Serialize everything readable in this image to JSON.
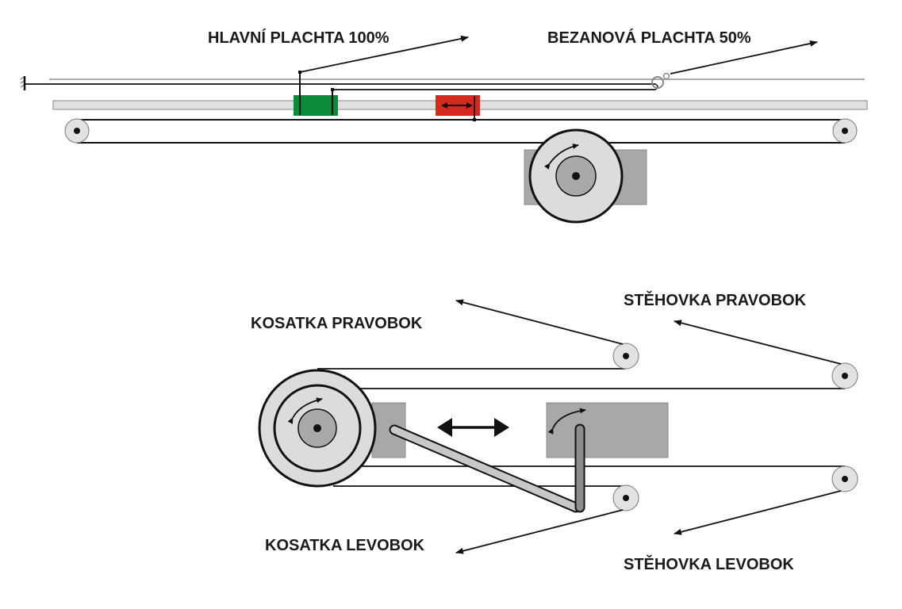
{
  "diagram": {
    "top_mechanism": {
      "labels": {
        "main_sail": "HLAVNÍ PLACHTA  100%",
        "mizzen_sail": "BEZANOVÁ PLACHTA 50%"
      },
      "colors": {
        "main_slider": "#0a8a3a",
        "mizzen_slider": "#d42a1e",
        "rail": "#e0e0e0",
        "motor_block": "#a8a8a8",
        "drum_outer": "#dcdcdc",
        "drum_inner": "#a9a9a9"
      }
    },
    "bottom_mechanism": {
      "labels": {
        "jib_starboard": "KOSATKA PRAVOBOK",
        "jib_port": "KOSATKA LEVOBOK",
        "staysail_starboard": "STĚHOVKA PRAVOBOK",
        "staysail_port": "STĚHOVKA LEVOBOK"
      },
      "colors": {
        "block": "#a8a8a8",
        "arm": "#c8c8c8",
        "lever": "#8c8c8c"
      }
    }
  }
}
